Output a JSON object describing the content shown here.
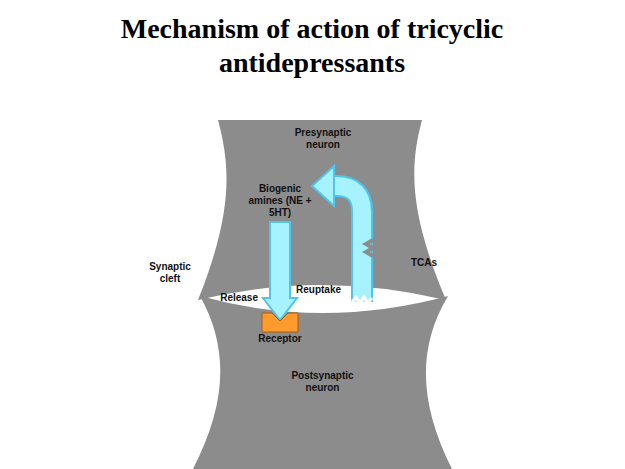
{
  "diagram": {
    "title": "Mechanism of action of tricyclic antidepressants",
    "nodes": [
      {
        "text": [
          "Presynaptic neuron"
        ]
      },
      {
        "text": [
          "Biogenic amines (NE + 5HT)"
        ],
        "in": 0
      },
      {
        "text": [
          "Postsynaptic neuron"
        ]
      },
      {
        "text": [
          "Receptor"
        ],
        "in": 2
      }
    ],
    "edges": [
      {
        "from": 1,
        "to": 3,
        "label": "Release",
        "arrow": "to"
      }
    ],
    "labels": [
      "Synaptic cleft",
      "Reuptake",
      "TCAs"
    ]
  }
}
